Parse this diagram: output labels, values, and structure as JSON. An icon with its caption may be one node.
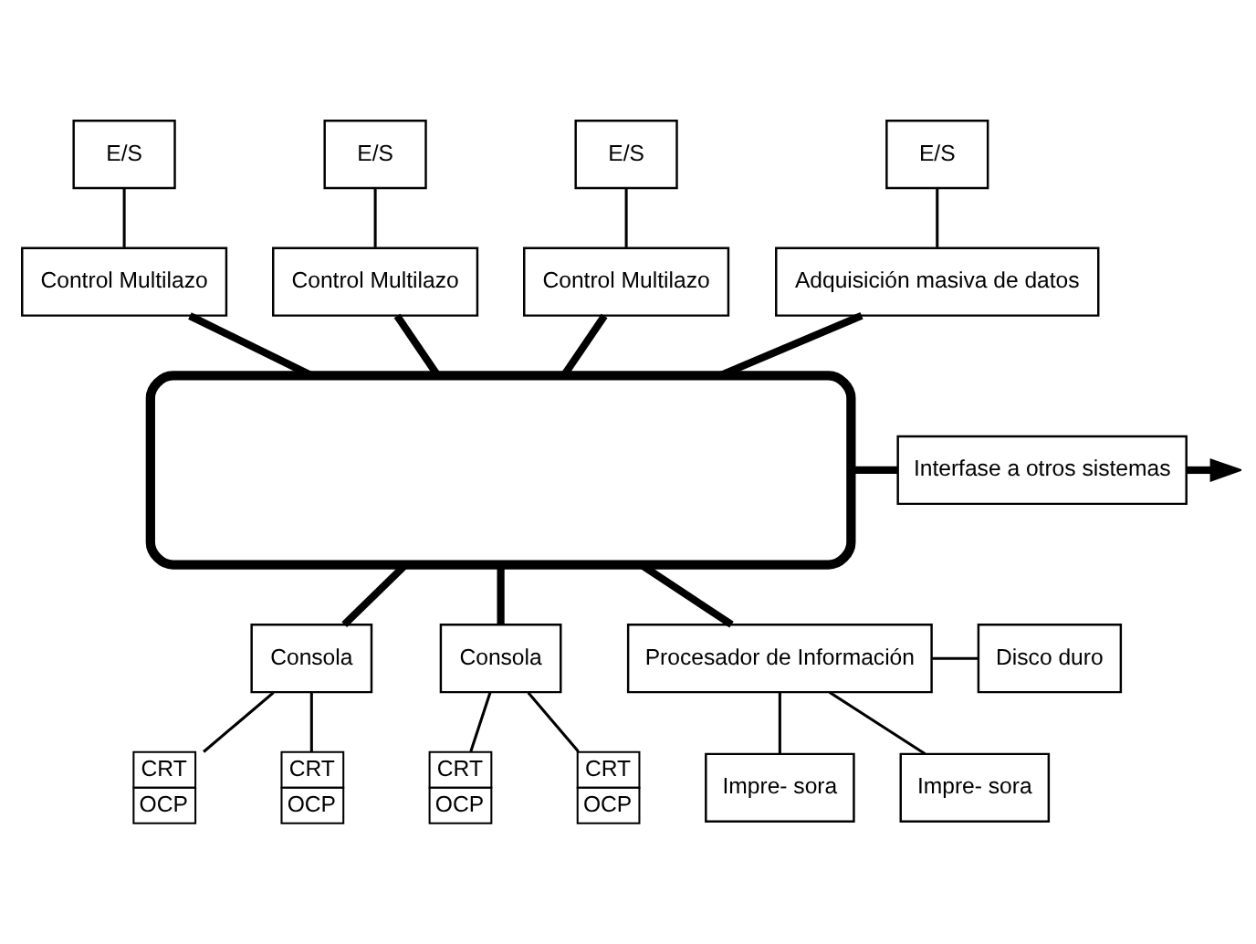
{
  "diagram": {
    "nodes": [
      {
        "text": [],
        "shape": "box"
      },
      {
        "text": [
          "E/S"
        ]
      },
      {
        "text": [
          "Control Multilazo"
        ]
      },
      {
        "text": [
          "E/S"
        ]
      },
      {
        "text": [
          "Control Multilazo"
        ]
      },
      {
        "text": [
          "E/S"
        ]
      },
      {
        "text": [
          "Control Multilazo"
        ]
      },
      {
        "text": [
          "E/S"
        ]
      },
      {
        "text": [
          "Adquisición masiva de datos"
        ]
      },
      {
        "text": [
          "Interfase a otros sistemas"
        ]
      },
      {
        "text": [
          "Consola"
        ]
      },
      {
        "text": [
          "CRT",
          "OCP"
        ]
      },
      {
        "text": [
          "CRT",
          "OCP"
        ]
      },
      {
        "text": [
          "Consola"
        ]
      },
      {
        "text": [
          "CRT",
          "OCP"
        ]
      },
      {
        "text": [
          "CRT",
          "OCP"
        ]
      },
      {
        "text": [
          "Procesador de Información"
        ]
      },
      {
        "text": [
          "Disco duro"
        ]
      },
      {
        "text": [
          "Impre- sora"
        ]
      },
      {
        "text": [
          "Impre- sora"
        ]
      }
    ],
    "edges": [
      {
        "from": 1,
        "to": 2,
        "arrow": "none"
      },
      {
        "from": 2,
        "to": 0,
        "arrow": "none",
        "style": "thick"
      },
      {
        "from": 3,
        "to": 4,
        "arrow": "none"
      },
      {
        "from": 4,
        "to": 0,
        "arrow": "none",
        "style": "thick"
      },
      {
        "from": 5,
        "to": 6,
        "arrow": "none"
      },
      {
        "from": 6,
        "to": 0,
        "arrow": "none",
        "style": "thick"
      },
      {
        "from": 7,
        "to": 8,
        "arrow": "none"
      },
      {
        "from": 8,
        "to": 0,
        "arrow": "none",
        "style": "thick"
      },
      {
        "from": 0,
        "to": 9,
        "arrow": "none",
        "style": "thick"
      },
      {
        "from": 9,
        "to": null,
        "arrow": "to",
        "style": "thick"
      },
      {
        "from": 0,
        "to": 10,
        "arrow": "none",
        "style": "thick"
      },
      {
        "from": 10,
        "to": 11,
        "arrow": "none"
      },
      {
        "from": 10,
        "to": 12,
        "arrow": "none"
      },
      {
        "from": 0,
        "to": 13,
        "arrow": "none",
        "style": "thick"
      },
      {
        "from": 13,
        "to": 14,
        "arrow": "none"
      },
      {
        "from": 13,
        "to": 15,
        "arrow": "none"
      },
      {
        "from": 0,
        "to": 16,
        "arrow": "none",
        "style": "thick"
      },
      {
        "from": 16,
        "to": 17,
        "arrow": "none"
      },
      {
        "from": 16,
        "to": 18,
        "arrow": "none"
      },
      {
        "from": 16,
        "to": 19,
        "arrow": "none"
      }
    ]
  }
}
